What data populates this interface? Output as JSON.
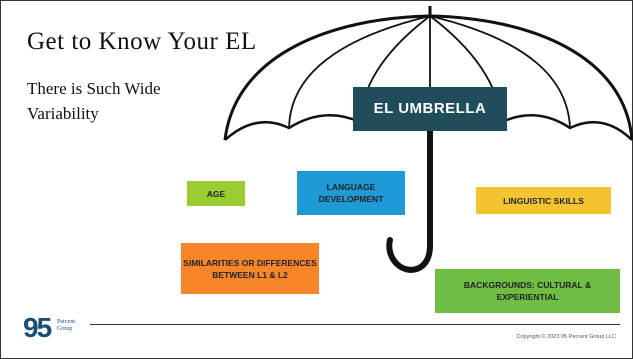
{
  "slide": {
    "title": "Get to Know Your EL",
    "subtitle": "There is Such Wide Variability"
  },
  "boxes": {
    "main": "EL UMBRELLA",
    "age": "AGE",
    "language": "LANGUAGE DEVELOPMENT",
    "linguistic": "LINGUISTIC  SKILLS",
    "similarities": "SIMILARITIES  OR DIFFERENCES BETWEEN  L1  & L2",
    "backgrounds": "BACKGROUNDS: CULTURAL & EXPERIENTIAL"
  },
  "footer": {
    "logo_number": "95",
    "logo_text_line1": "Percent",
    "logo_text_line2": "Group",
    "copyright": "Copyright © 2023 95 Percent Group LLC"
  },
  "colors": {
    "main_box": "#1f4d5c",
    "age": "#9acd32",
    "language": "#1e9ad6",
    "linguistic": "#f4c430",
    "similarities": "#f7862a",
    "backgrounds": "#6ebe44"
  },
  "icons": [
    "umbrella-icon"
  ]
}
